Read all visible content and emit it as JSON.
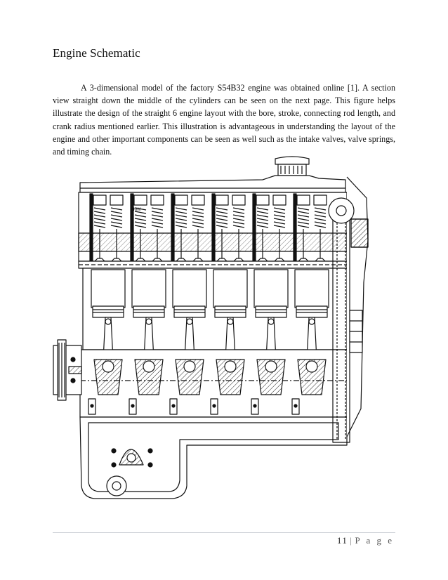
{
  "section": {
    "heading": "Engine Schematic",
    "paragraph": "A 3-dimensional model of the factory S54B32 engine was obtained online [1]. A section view straight down the middle of the cylinders can be seen on the next page. This figure helps illustrate the design of the straight 6 engine layout with the bore, stroke, connecting rod length, and crank radius mentioned earlier. This illustration is advantageous in understanding the layout of the engine and other important components can be seen as well such as the intake valves, valve springs, and timing chain."
  },
  "figure": {
    "cylinder_count": 6,
    "logo_text": "BMW"
  },
  "footer": {
    "page_number": "11",
    "separator": "|",
    "page_word": "P a g e"
  }
}
